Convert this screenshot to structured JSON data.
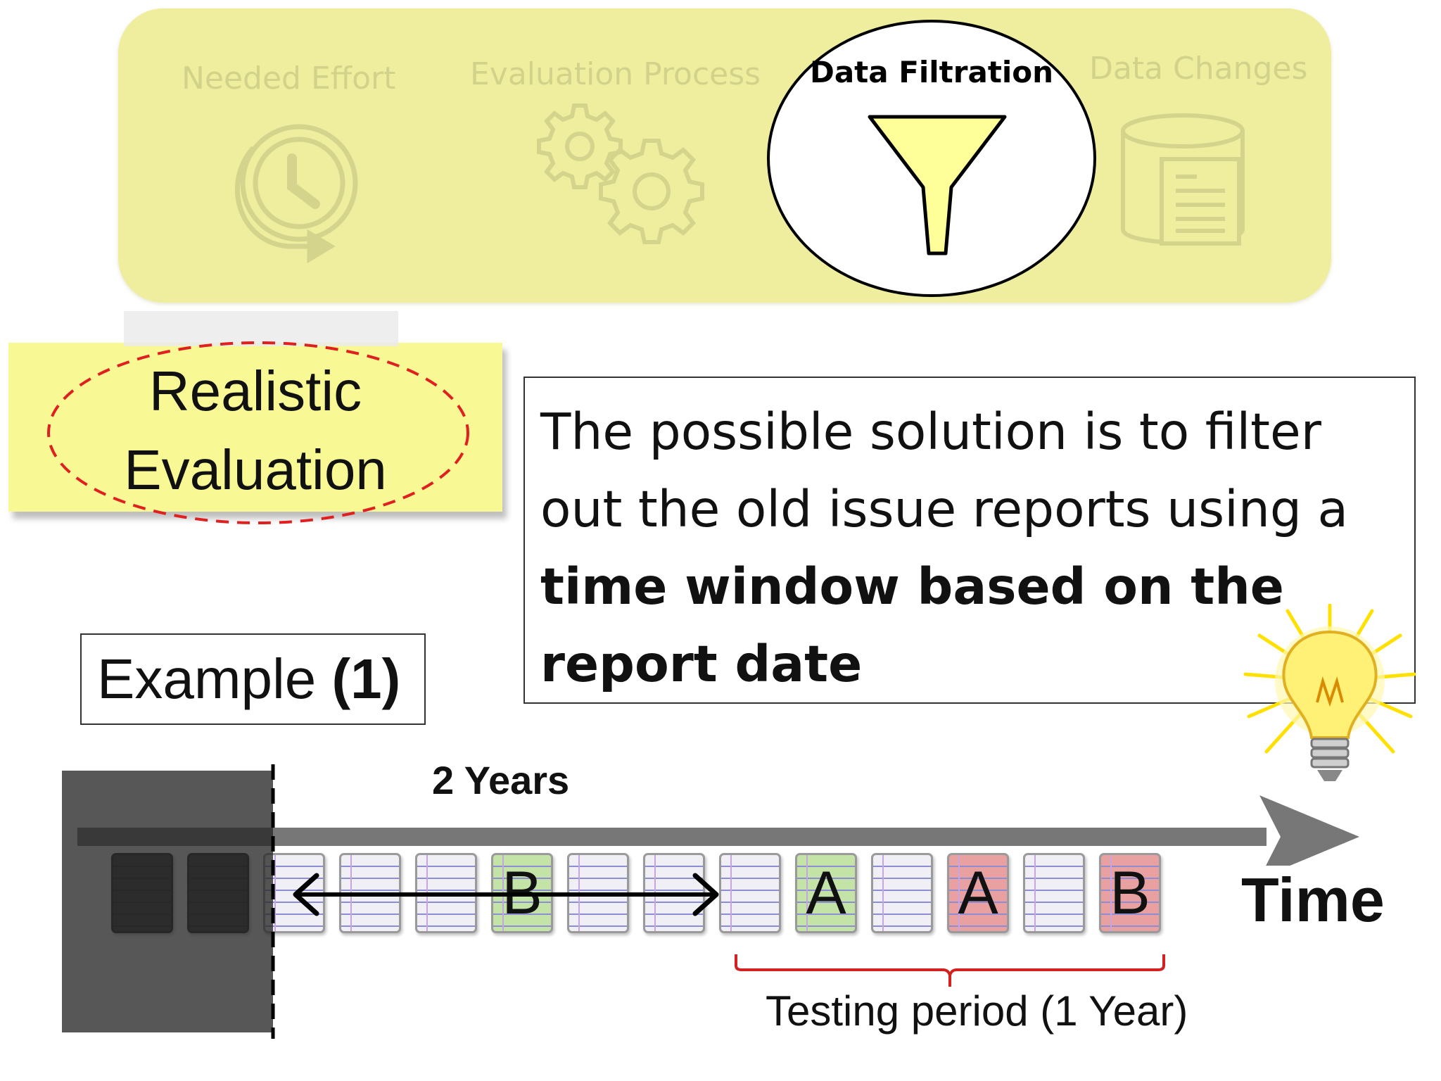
{
  "banner": {
    "steps": [
      {
        "label": "Needed Effort",
        "icon": "clock-cycle-icon",
        "active": false
      },
      {
        "label": "Evaluation Process",
        "icon": "gears-icon",
        "active": false
      },
      {
        "label": "Data Filtration",
        "icon": "funnel-icon",
        "active": true
      },
      {
        "label": "Data Changes",
        "icon": "database-document-icon",
        "active": false
      }
    ]
  },
  "sticky_note": {
    "line1": "Realistic",
    "line2": "Evaluation"
  },
  "solution": {
    "text_regular": "The possible solution  is to filter out the old issue reports using a ",
    "text_bold": "time window based on the report date"
  },
  "example": {
    "label": "Example ",
    "number": "(1)"
  },
  "timeline": {
    "window_label": "2 Years",
    "axis_label": "Time",
    "testing_label": "Testing period (1 Year)",
    "reports": [
      {
        "label": "",
        "color": "dark"
      },
      {
        "label": "",
        "color": "dark"
      },
      {
        "label": "",
        "color": "plain"
      },
      {
        "label": "",
        "color": "plain"
      },
      {
        "label": "",
        "color": "plain"
      },
      {
        "label": "B",
        "color": "green"
      },
      {
        "label": "",
        "color": "plain"
      },
      {
        "label": "",
        "color": "plain"
      },
      {
        "label": "",
        "color": "plain"
      },
      {
        "label": "A",
        "color": "green"
      },
      {
        "label": "",
        "color": "plain"
      },
      {
        "label": "A",
        "color": "red"
      },
      {
        "label": "",
        "color": "plain"
      },
      {
        "label": "B",
        "color": "red"
      }
    ]
  },
  "colors": {
    "banner_bg": "#eeee9e",
    "sticky_bg": "#f8f894",
    "dashed_ellipse": "#e02020",
    "green_report": "#c4e3a6",
    "red_report": "#e8a0a0",
    "arrow_gray": "#777777",
    "bracket_red": "#d42020",
    "bulb_yellow": "#fff176"
  },
  "icons": {
    "lightbulb": "lightbulb-icon"
  }
}
